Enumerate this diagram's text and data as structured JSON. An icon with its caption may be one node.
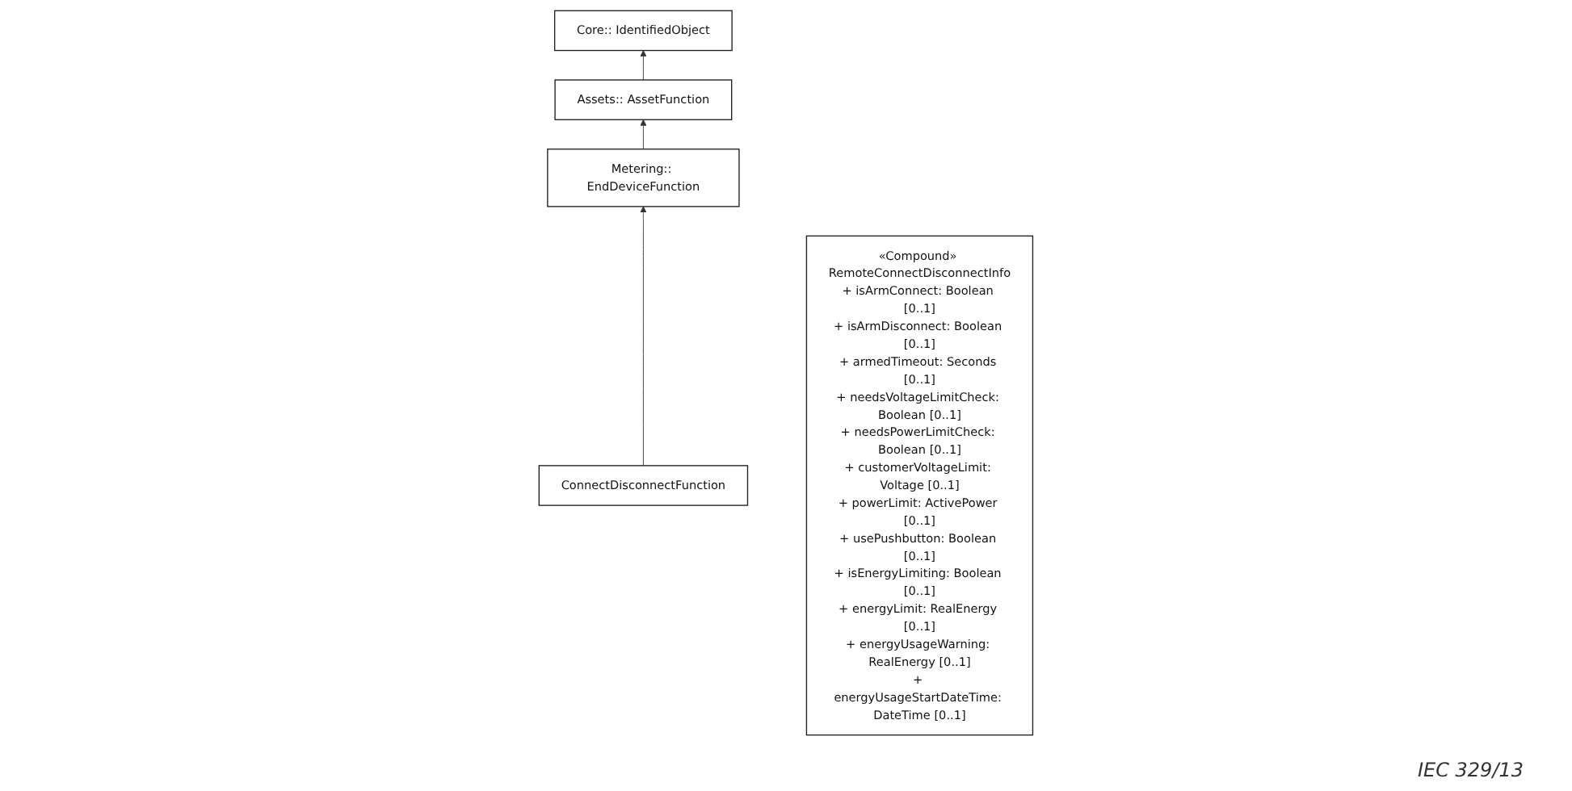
{
  "diagram": {
    "nodes": [
      {
        "text": [
          "Core:: IdentifiedObject"
        ]
      },
      {
        "text": [
          "Assets:: AssetFunction"
        ]
      },
      {
        "text": [
          "Metering:: EndDeviceFunction"
        ]
      },
      {
        "text": [
          "ConnectDisconnectFunction"
        ]
      },
      {
        "text": [
          "«Compound» RemoteConnectDisconnectInfo",
          "+ isArmConnect: Boolean [0..1]",
          "+ isArmDisconnect: Boolean [0..1]",
          "+ armedTimeout: Seconds [0..1]",
          "+ needsVoltageLimitCheck: Boolean [0..1]",
          "+ needsPowerLimitCheck: Boolean [0..1]",
          "+ customerVoltageLimit: Voltage [0..1]",
          "+ powerLimit: ActivePower [0..1]",
          "+ usePushbutton: Boolean [0..1]",
          "+ isEnergyLimiting: Boolean [0..1]",
          "+ energyLimit: RealEnergy [0..1]",
          "+ energyUsageWarning: RealEnergy [0..1]",
          "+ energyUsageStartDateTime: DateTime [0..1]"
        ]
      }
    ],
    "edges": [
      {
        "from": 1,
        "to": 0,
        "arrow": "to"
      },
      {
        "from": 2,
        "to": 1,
        "arrow": "to"
      },
      {
        "from": 3,
        "to": 2,
        "arrow": "to"
      }
    ],
    "labels": [
      "IEC 329/13"
    ]
  }
}
